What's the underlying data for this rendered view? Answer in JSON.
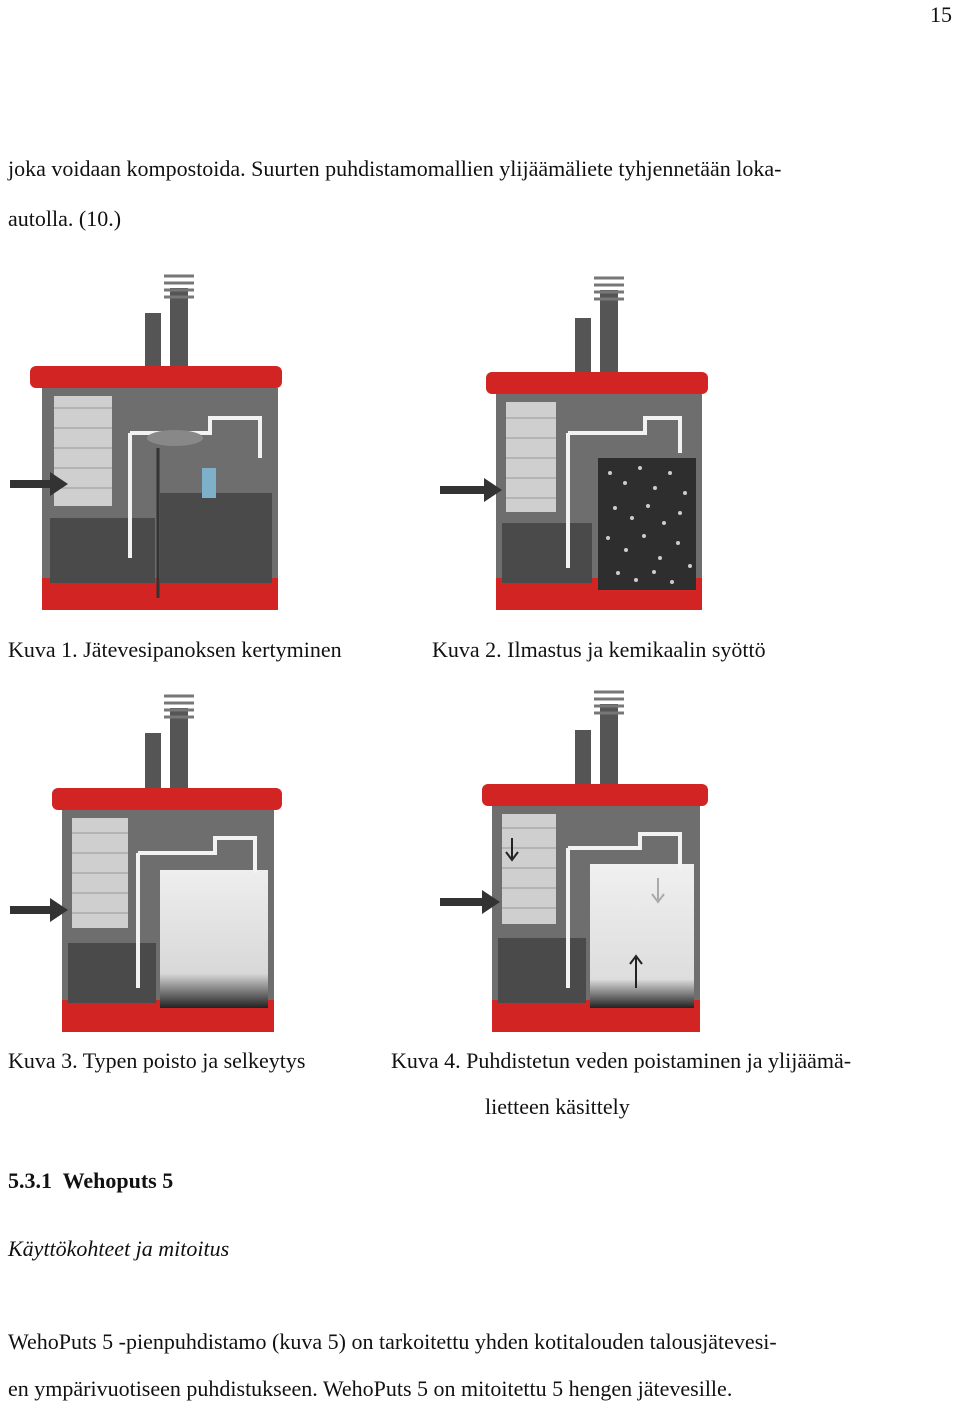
{
  "page_number": "15",
  "intro": {
    "line1": "joka voidaan kompostoida. Suurten puhdistamomallien ylijäämäliete tyhjennetään loka-",
    "line2": "autolla. (10.)"
  },
  "figures": [
    {
      "caption": "Kuva 1. Jätevesipanoksen kertyminen",
      "variant": "accumulation"
    },
    {
      "caption": "Kuva 2. Ilmastus ja kemikaalin syöttö",
      "variant": "aeration"
    },
    {
      "caption": "Kuva 3. Typen poisto ja selkeytys",
      "variant": "clarification"
    },
    {
      "caption_line1": "Kuva 4. Puhdistetun veden poistaminen ja ylijäämä-",
      "caption_line2": "lietteen käsittely",
      "variant": "discharge"
    }
  ],
  "section": {
    "heading": "5.3.1  Wehoputs 5",
    "subheading": "Käyttökohteet ja mitoitus"
  },
  "body": {
    "line1": "WehoPuts 5 -pienpuhdistamo (kuva 5) on tarkoitettu yhden kotitalouden talousjätevesi-",
    "line2": "en ympärivuotiseen puhdistukseen. WehoPuts 5 on mitoitettu 5 hengen jätevesille."
  },
  "colors": {
    "lid_red": "#d32424",
    "tank_dark": "#4a4a4a",
    "tank_mid": "#6e6e6e",
    "light_water": "#e8e8e8",
    "pipe": "#f2f2f2"
  }
}
